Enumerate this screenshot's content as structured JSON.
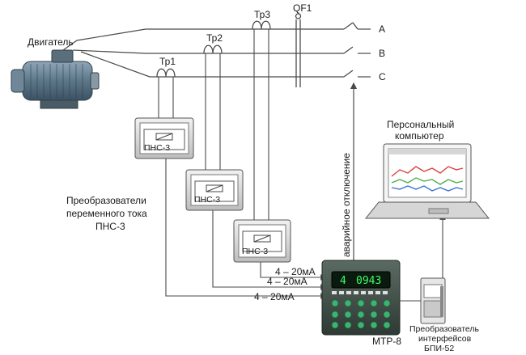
{
  "labels": {
    "motor": "Двигатель",
    "qf1": "QF1",
    "phase_a": "A",
    "phase_b": "B",
    "phase_c": "C",
    "tr1": "Тр1",
    "tr2": "Тр2",
    "tr3": "Тр3",
    "pns_box": "ПНС-3",
    "converters_line1": "Преобразователи",
    "converters_line2": "переменного тока",
    "converters_line3": "ПНС-3",
    "emergency": "аварийное отключение",
    "current1": "4 – 20мА",
    "current2": "4 – 20мА",
    "current3": "4 – 20мА",
    "pc_line1": "Персональный",
    "pc_line2": "компьютер",
    "mtr": "МТР-8",
    "mtr_display": "0943",
    "mtr_display_left": "4",
    "bpi_line1": "Преобразователь",
    "bpi_line2": "интерфейсов",
    "bpi_line3": "БПИ-52"
  },
  "colors": {
    "wire": "#4a4a4a",
    "device_body": "#d8d8d8",
    "display_green": "#3cff6a",
    "display_bg": "#0b1a0e",
    "button_green": "#3cb371",
    "screen_red": "#d9413b",
    "screen_green": "#4caf50",
    "screen_blue": "#3b6fd4"
  }
}
